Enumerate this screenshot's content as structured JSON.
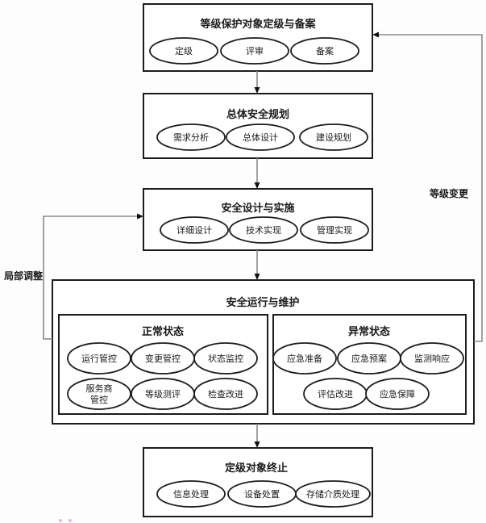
{
  "colors": {
    "background": "#fdfdfd",
    "box_stroke": "#1c1c1c",
    "connector": "#8a8a8a",
    "text": "#1a1a1a",
    "watermark": "#f2a0aa"
  },
  "diagram": {
    "stage1": {
      "title": "等级保护对象定级与备案",
      "items": [
        "定级",
        "评审",
        "备案"
      ]
    },
    "stage2": {
      "title": "总体安全规划",
      "items": [
        "需求分析",
        "总体设计",
        "建设规划"
      ]
    },
    "stage3": {
      "title": "安全设计与实施",
      "items": [
        "详细设计",
        "技术实现",
        "管理实现"
      ]
    },
    "stage4": {
      "title": "安全运行与维护",
      "normal": {
        "title": "正常状态",
        "row1": [
          "运行管控",
          "变更管控",
          "状态监控"
        ],
        "row2": [
          {
            "line1": "服务商",
            "line2": "管控"
          },
          "等级测评",
          "检查改进"
        ]
      },
      "abnormal": {
        "title": "异常状态",
        "row1": [
          "应急准备",
          "应急预案",
          "监测响应"
        ],
        "row2": [
          "评估改进",
          "应急保障"
        ]
      }
    },
    "stage5": {
      "title": "定级对象终止",
      "items": [
        "信息处理",
        "设备处置",
        "存储介质处理"
      ]
    },
    "labels": {
      "grade_change": "等级变更",
      "partial_adjustment": "局部调整"
    }
  }
}
